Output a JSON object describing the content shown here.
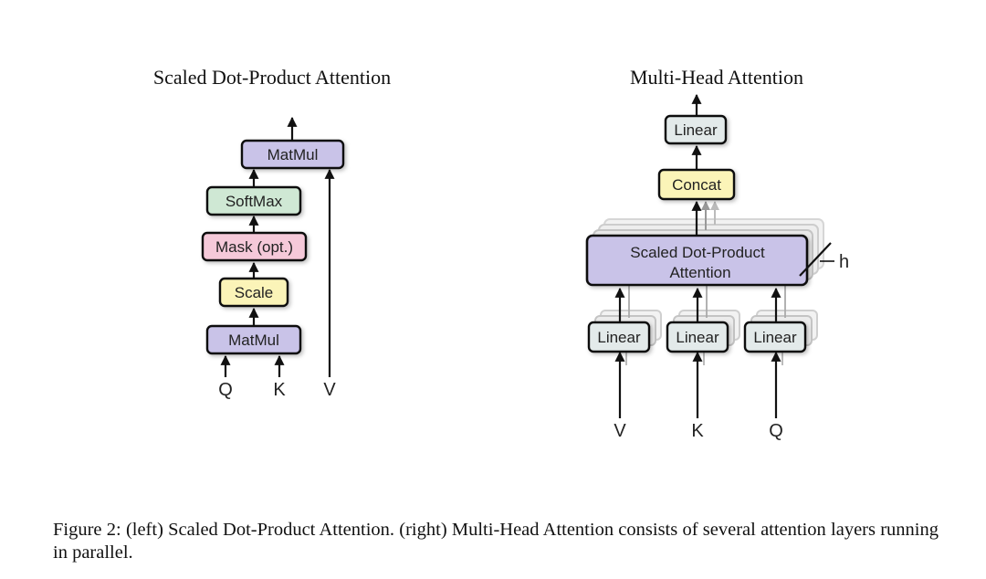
{
  "left_diagram": {
    "title": "Scaled Dot-Product Attention",
    "boxes": {
      "matmul_top": "MatMul",
      "softmax": "SoftMax",
      "mask": "Mask (opt.)",
      "scale": "Scale",
      "matmul_bottom": "MatMul"
    },
    "inputs": {
      "q": "Q",
      "k": "K",
      "v": "V"
    }
  },
  "right_diagram": {
    "title": "Multi-Head Attention",
    "boxes": {
      "linear_out": "Linear",
      "concat": "Concat",
      "attention_line1": "Scaled Dot-Product",
      "attention_line2": "Attention",
      "linear_v": "Linear",
      "linear_k": "Linear",
      "linear_q": "Linear"
    },
    "heads_label": "h",
    "inputs": {
      "v": "V",
      "k": "K",
      "q": "Q"
    }
  },
  "colors": {
    "matmul": "#c9c3e8",
    "softmax": "#cfe8d4",
    "mask": "#f5c9d9",
    "scale": "#fbf4b8",
    "linear": "#e3eaea",
    "concat": "#fbf4b8",
    "attention": "#c9c3e8",
    "stroke": "#111111"
  },
  "caption": "Figure 2: (left) Scaled Dot-Product Attention. (right) Multi-Head Attention consists of several attention layers running in parallel."
}
